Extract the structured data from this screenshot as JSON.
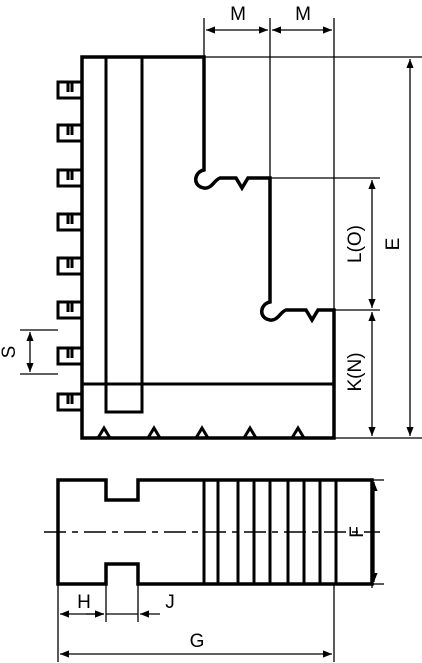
{
  "labels": {
    "M_left": "M",
    "M_right": "M",
    "L_O": "L(O)",
    "E": "E",
    "S": "S",
    "K_N": "K(N)",
    "F": "F",
    "H": "H",
    "J": "J",
    "G": "G"
  }
}
